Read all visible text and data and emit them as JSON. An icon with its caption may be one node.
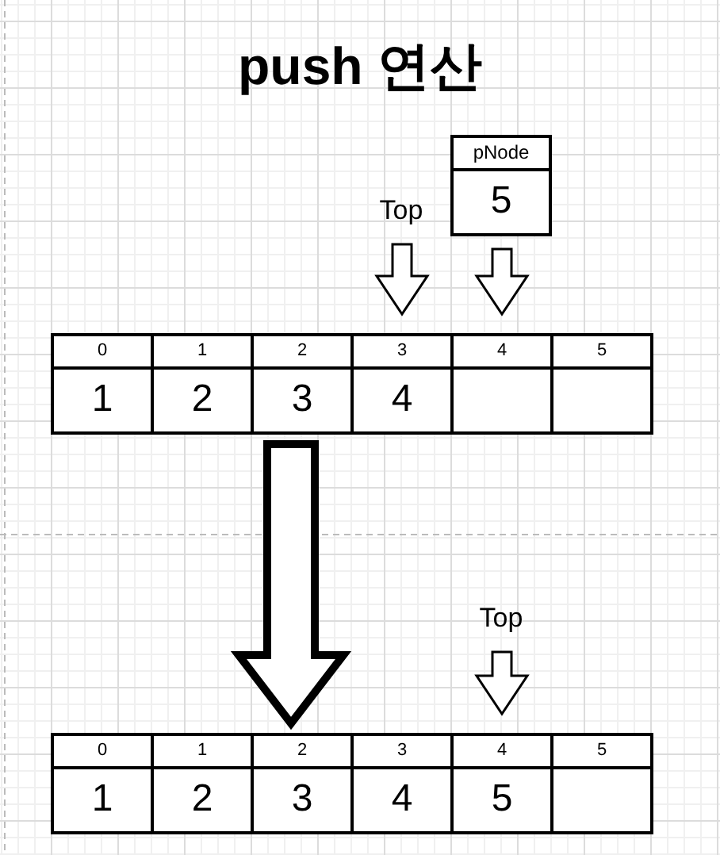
{
  "diagram": {
    "title": "push 연산",
    "nodes": [
      {
        "text": [
          "Top"
        ]
      },
      {
        "text": [
          "pNode",
          "5"
        ]
      },
      {
        "text": [],
        "shape": "box"
      },
      {
        "text": [
          "0",
          "1"
        ],
        "in": 2
      },
      {
        "text": [
          "1",
          "2"
        ],
        "in": 2
      },
      {
        "text": [
          "2",
          "3"
        ],
        "in": 2
      },
      {
        "text": [
          "3",
          "4"
        ],
        "in": 2
      },
      {
        "text": [
          "4"
        ],
        "in": 2
      },
      {
        "text": [
          "5"
        ],
        "in": 2
      },
      {
        "text": [
          "Top"
        ]
      },
      {
        "text": [],
        "shape": "box"
      },
      {
        "text": [
          "0",
          "1"
        ],
        "in": 10
      },
      {
        "text": [
          "1",
          "2"
        ],
        "in": 10
      },
      {
        "text": [
          "2",
          "3"
        ],
        "in": 10
      },
      {
        "text": [
          "3",
          "4"
        ],
        "in": 10
      },
      {
        "text": [
          "4",
          "5"
        ],
        "in": 10
      },
      {
        "text": [
          "5"
        ],
        "in": 10
      }
    ],
    "edges": [
      {
        "from": 0,
        "to": 6,
        "arrow": "to"
      },
      {
        "from": 1,
        "to": 7,
        "arrow": "to"
      },
      {
        "from": 2,
        "to": 10,
        "arrow": "to",
        "style": "thick"
      },
      {
        "from": 9,
        "to": 15,
        "arrow": "to"
      }
    ]
  }
}
